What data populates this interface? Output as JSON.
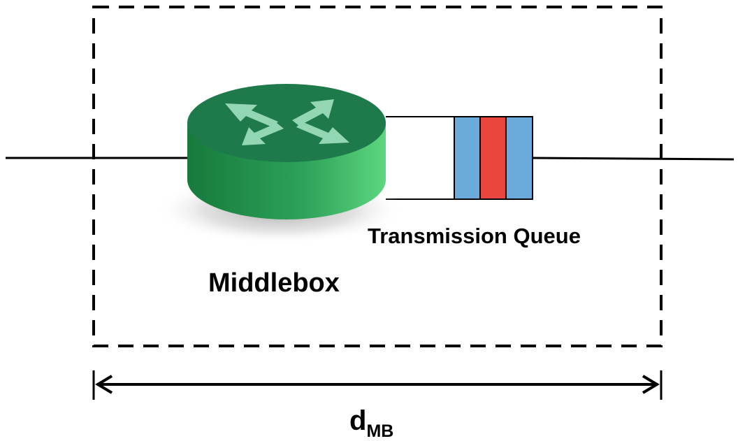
{
  "labels": {
    "middlebox": "Middlebox",
    "transmission_queue": "Transmission Queue",
    "distance_main": "d",
    "distance_sub": "MB"
  },
  "colors": {
    "router_top": "#1e7a4a",
    "router_side_dark": "#177a3e",
    "router_side_light": "#5ed67f",
    "router_arrows": "#9fe0c0",
    "queue_packet_blue": "#6aabdc",
    "queue_packet_red": "#e8463f",
    "line": "#000000"
  },
  "icons": {
    "router": "router-icon",
    "router_arrows": "four-way-arrows-icon"
  },
  "queue": {
    "packets": [
      "blue",
      "red",
      "blue"
    ]
  }
}
